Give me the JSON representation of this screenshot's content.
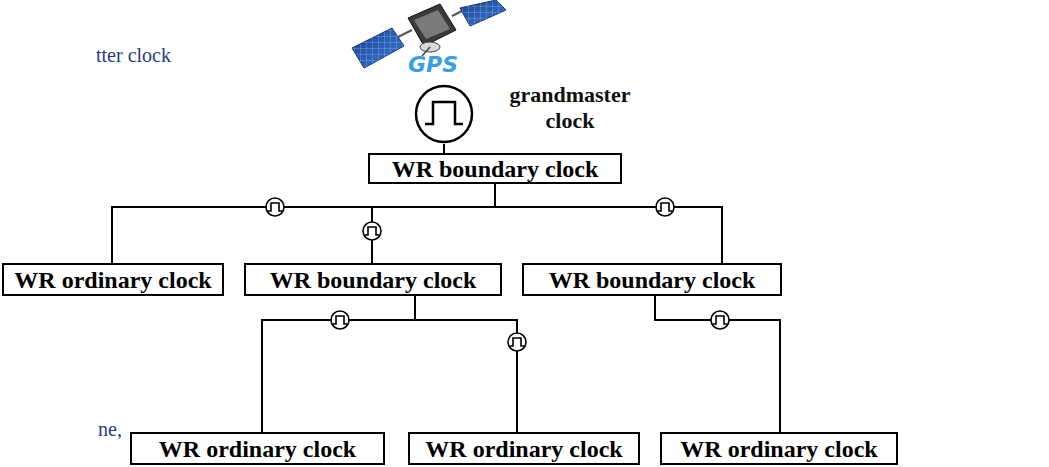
{
  "diagram": {
    "nodes": [
      {
        "text": [
          "grandmaster clock"
        ]
      },
      {
        "text": [
          "WR boundary clock"
        ]
      },
      {
        "text": [
          "WR ordinary clock"
        ]
      },
      {
        "text": [
          "WR boundary clock"
        ]
      },
      {
        "text": [
          "WR boundary clock"
        ]
      },
      {
        "text": [
          "WR ordinary clock"
        ]
      },
      {
        "text": [
          "WR ordinary clock"
        ]
      },
      {
        "text": [
          "WR ordinary clock"
        ]
      }
    ],
    "edges": [
      {
        "from": 0,
        "to": 1,
        "arrow": "none"
      },
      {
        "from": 1,
        "to": 2,
        "arrow": "none"
      },
      {
        "from": 1,
        "to": 3,
        "arrow": "none"
      },
      {
        "from": 1,
        "to": 4,
        "arrow": "none"
      },
      {
        "from": 3,
        "to": 5,
        "arrow": "none"
      },
      {
        "from": 3,
        "to": 6,
        "arrow": "none"
      },
      {
        "from": 4,
        "to": 7,
        "arrow": "none"
      }
    ],
    "labels": [
      "GPS",
      "tter clock",
      "ne,"
    ]
  }
}
